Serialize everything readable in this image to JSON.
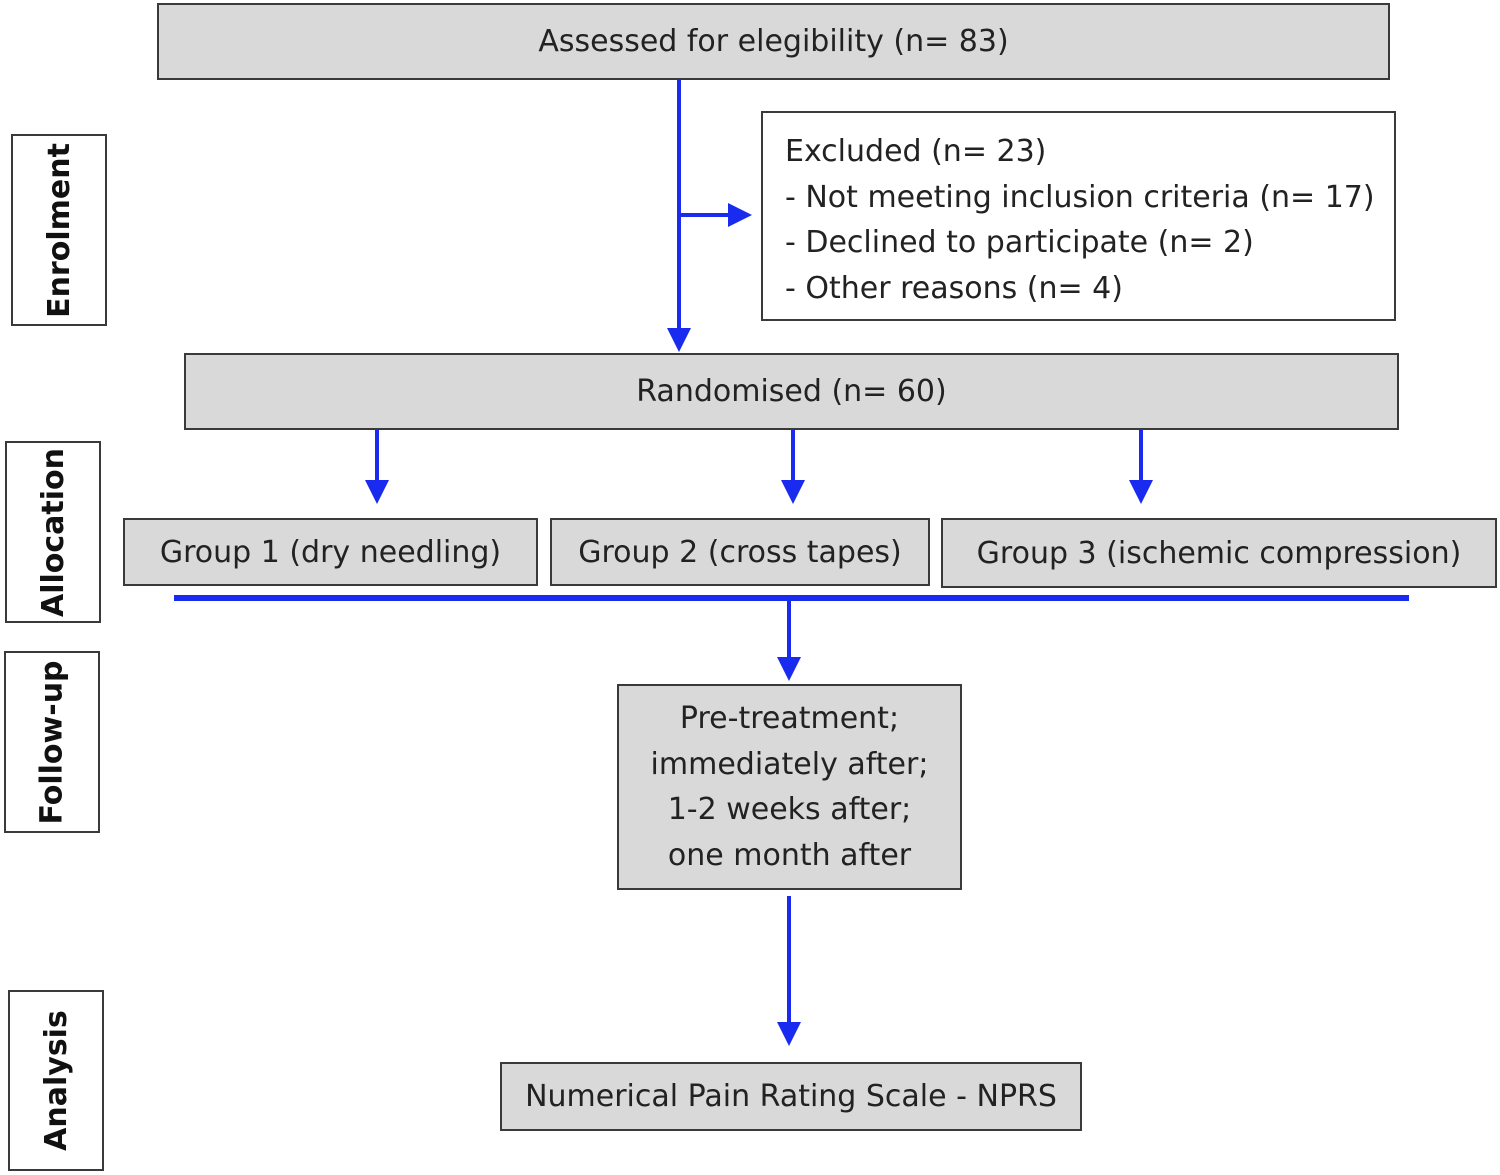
{
  "phases": {
    "enrolment": "Enrolment",
    "allocation": "Allocation",
    "follow_up": "Follow-up",
    "analysis": "Analysis"
  },
  "nodes": {
    "assessed": "Assessed for elegibility (n= 83)",
    "excluded": {
      "title": "Excluded (n= 23)",
      "reasons": [
        "- Not meeting inclusion criteria (n= 17)",
        "- Declined to participate (n= 2)",
        "- Other reasons (n= 4)"
      ]
    },
    "randomised": "Randomised (n= 60)",
    "groups": [
      "Group 1 (dry needling)",
      "Group 2 (cross tapes)",
      "Group 3 (ischemic compression)"
    ],
    "follow_up_times": [
      "Pre-treatment;",
      "immediately after;",
      "1-2 weeks after;",
      "one month after"
    ],
    "analysis_measure": "Numerical Pain Rating Scale - NPRS"
  },
  "colors": {
    "connector": "#1a2bf0",
    "box_fill": "#d9d9d9",
    "border": "#3a3a3a"
  }
}
